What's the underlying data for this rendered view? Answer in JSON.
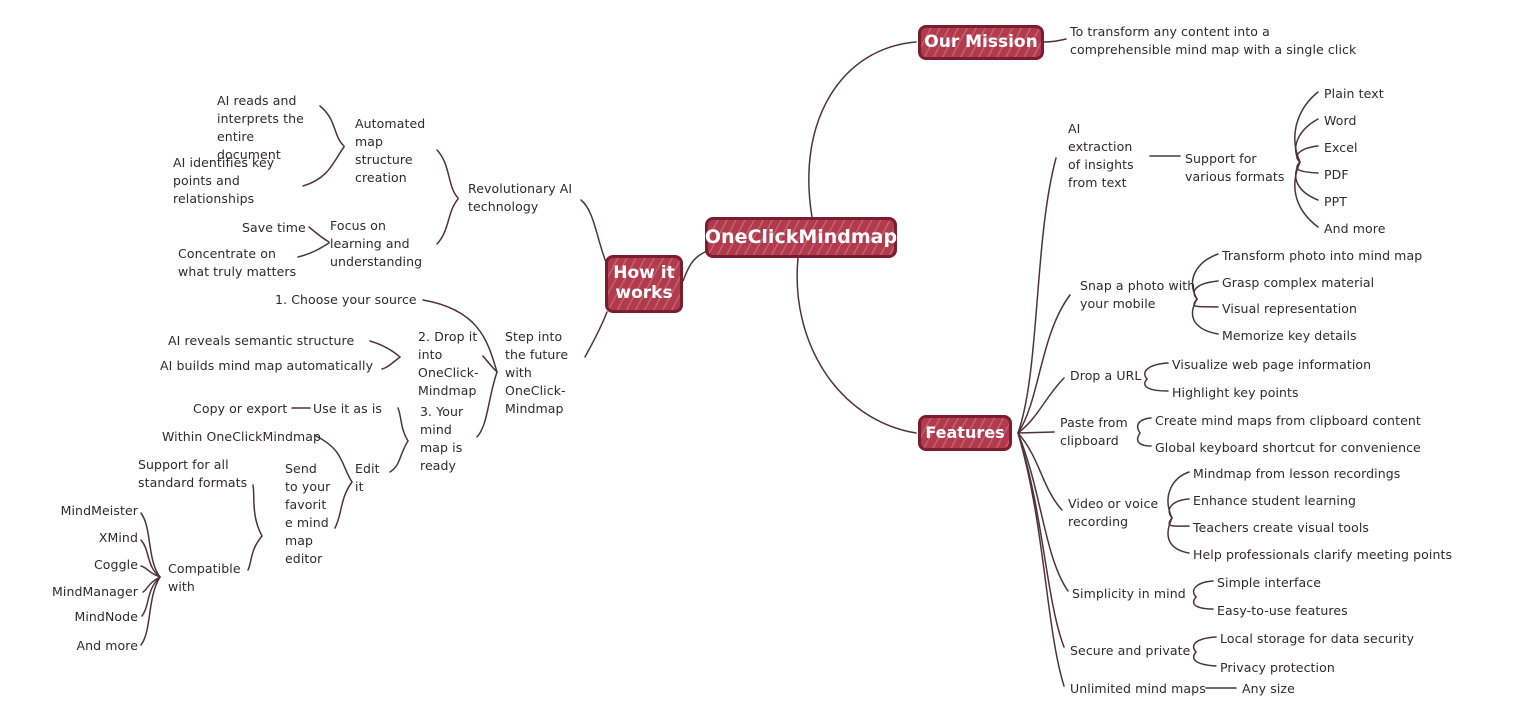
{
  "root": {
    "label": "OneClickMindmap"
  },
  "mission": {
    "label": "Our Mission",
    "statement": "To transform any content into a comprehensible mind map with a single click"
  },
  "how": {
    "label": "How it works",
    "revolutionary": {
      "label": "Revolutionary AI technology",
      "automated": {
        "label": "Automated map structure creation",
        "reads": "AI reads and interprets the entire document",
        "identifies": "AI identifies key points and relationships"
      },
      "focus": {
        "label": "Focus on learning and understanding",
        "save": "Save time",
        "concentrate": "Concentrate on what truly matters"
      }
    },
    "step": {
      "label": "Step into the future with OneClick-Mindmap",
      "choose": {
        "label": "1. Choose your source"
      },
      "drop": {
        "label": "2. Drop it into OneClick-Mindmap",
        "reveals": "AI reveals semantic structure",
        "builds": "AI builds mind map automatically"
      },
      "ready": {
        "label": "3. Your mind map is ready",
        "use_as_is": {
          "label": "Use it as is",
          "copy": "Copy or export"
        },
        "edit": {
          "label": "Edit it",
          "within": "Within OneClickMindmap",
          "send": {
            "label": "Send to your favorite mind map editor",
            "support": "Support for all standard formats",
            "compatible": {
              "label": "Compatible with",
              "tools": [
                "MindMeister",
                "XMind",
                "Coggle",
                "MindManager",
                "MindNode",
                "And more"
              ]
            }
          }
        }
      }
    }
  },
  "features": {
    "label": "Features",
    "extraction": {
      "label": "AI extraction of insights from text",
      "formats": {
        "label": "Support for various formats",
        "items": [
          "Plain text",
          "Word",
          "Excel",
          "PDF",
          "PPT",
          "And more"
        ]
      }
    },
    "photo": {
      "label": "Snap a photo with your mobile",
      "items": [
        "Transform photo into mind map",
        "Grasp complex material",
        "Visual representation",
        "Memorize key details"
      ]
    },
    "url": {
      "label": "Drop a URL",
      "items": [
        "Visualize web page information",
        "Highlight key points"
      ]
    },
    "clipboard": {
      "label": "Paste from clipboard",
      "items": [
        "Create mind maps from clipboard content",
        "Global keyboard shortcut for convenience"
      ]
    },
    "recording": {
      "label": "Video or voice recording",
      "items": [
        "Mindmap from lesson recordings",
        "Enhance student learning",
        "Teachers create visual tools",
        "Help professionals clarify meeting points"
      ]
    },
    "simplicity": {
      "label": "Simplicity in mind",
      "items": [
        "Simple interface",
        "Easy-to-use features"
      ]
    },
    "secure": {
      "label": "Secure and private",
      "items": [
        "Local storage for data security",
        "Privacy protection"
      ]
    },
    "unlimited": {
      "label": "Unlimited mind maps",
      "items": [
        "Any size"
      ]
    }
  },
  "colors": {
    "node_fill": "#b23a4d",
    "node_border": "#7c1d2f",
    "connector": "#4f333c",
    "text": "#2d2a2c"
  }
}
